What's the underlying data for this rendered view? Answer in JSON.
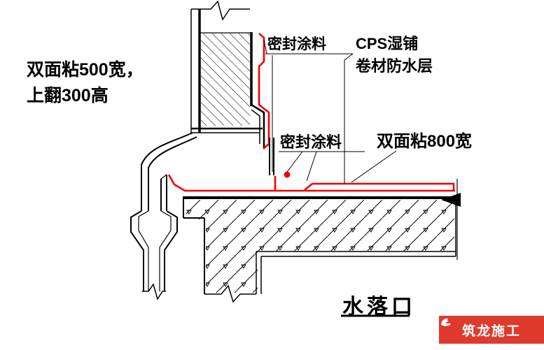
{
  "drawing": {
    "title": "水落口",
    "labels": {
      "seal_top": "密封涂料",
      "cps_line1": "CPS湿铺",
      "cps_line2": "卷材防水层",
      "left_line1": "双面粘500宽，",
      "left_line2": "上翻300高",
      "seal_mid": "密封涂料",
      "width_800": "双面粘800宽"
    },
    "colors": {
      "membrane_red": "#f20000",
      "line_black": "#000000",
      "background": "#ffffff",
      "watermark_red": "#e0392e"
    }
  },
  "watermark": {
    "text": "筑龙施工"
  }
}
